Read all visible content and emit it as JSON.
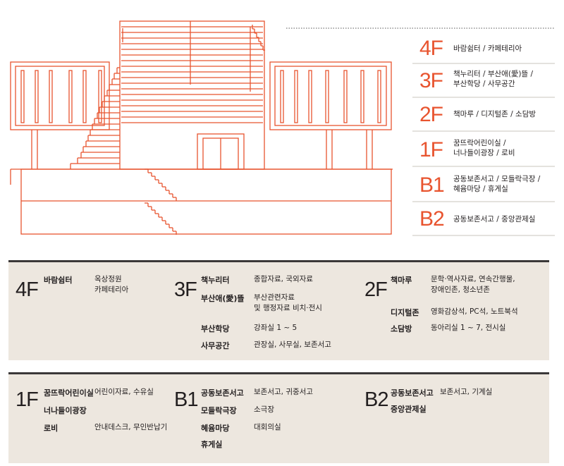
{
  "accent_color": "#e8542f",
  "floors": [
    {
      "level": "4F",
      "desc": "바람쉼터 / 카페테리아"
    },
    {
      "level": "3F",
      "desc": "책누리터 / 부산애(愛)뜰 /\n부산학당 / 사무공간"
    },
    {
      "level": "2F",
      "desc": "책마루 / 디지털존 / 소담방"
    },
    {
      "level": "1F",
      "desc": "꿈뜨락어린이실 /\n너나들이광장 / 로비"
    },
    {
      "level": "B1",
      "desc": "공동보존서고 / 모들락극장 /\n혜윰마당 / 휴게실"
    },
    {
      "level": "B2",
      "desc": "공동보존서고 / 중앙관제실"
    }
  ],
  "panels": [
    {
      "groups": [
        {
          "floor": "4F",
          "rows": [
            {
              "name": "바람쉼터",
              "desc": "옥상정원\n카페테리아"
            }
          ]
        },
        {
          "floor": "3F",
          "rows": [
            {
              "name": "책누리터",
              "desc": "종합자료, 국외자료"
            },
            {
              "name": "부산애(愛)뜰",
              "desc": "부산관련자료\n및 행정자료 비치·전시"
            },
            {
              "name": "부산학당",
              "desc": "강좌실 1 ~ 5"
            },
            {
              "name": "사무공간",
              "desc": "관장실, 사무실, 보존서고"
            }
          ]
        },
        {
          "floor": "2F",
          "rows": [
            {
              "name": "책마루",
              "desc": "문학·역사자료, 연속간행물,\n장애인존, 청소년존"
            },
            {
              "name": "디지털존",
              "desc": "영화감상석, PC석, 노트북석"
            },
            {
              "name": "소담방",
              "desc": "동아리실 1 ~ 7, 전시실"
            }
          ]
        }
      ]
    },
    {
      "groups": [
        {
          "floor": "1F",
          "rows": [
            {
              "name": "꿈뜨락어린이실",
              "desc": "어린이자료, 수유실"
            },
            {
              "name": "너나들이광장",
              "desc": ""
            },
            {
              "name": "로비",
              "desc": "안내데스크, 무인반납기"
            }
          ]
        },
        {
          "floor": "B1",
          "rows": [
            {
              "name": "공동보존서고",
              "desc": "보존서고, 귀중서고"
            },
            {
              "name": "모들락극장",
              "desc": "소극장"
            },
            {
              "name": "혜윰마당",
              "desc": "대회의실"
            },
            {
              "name": "휴게실",
              "desc": ""
            }
          ]
        },
        {
          "floor": "B2",
          "rows": [
            {
              "name": "공동보존서고",
              "desc": "보존서고, 기계실"
            },
            {
              "name": "중앙관제실",
              "desc": ""
            }
          ]
        }
      ]
    }
  ]
}
